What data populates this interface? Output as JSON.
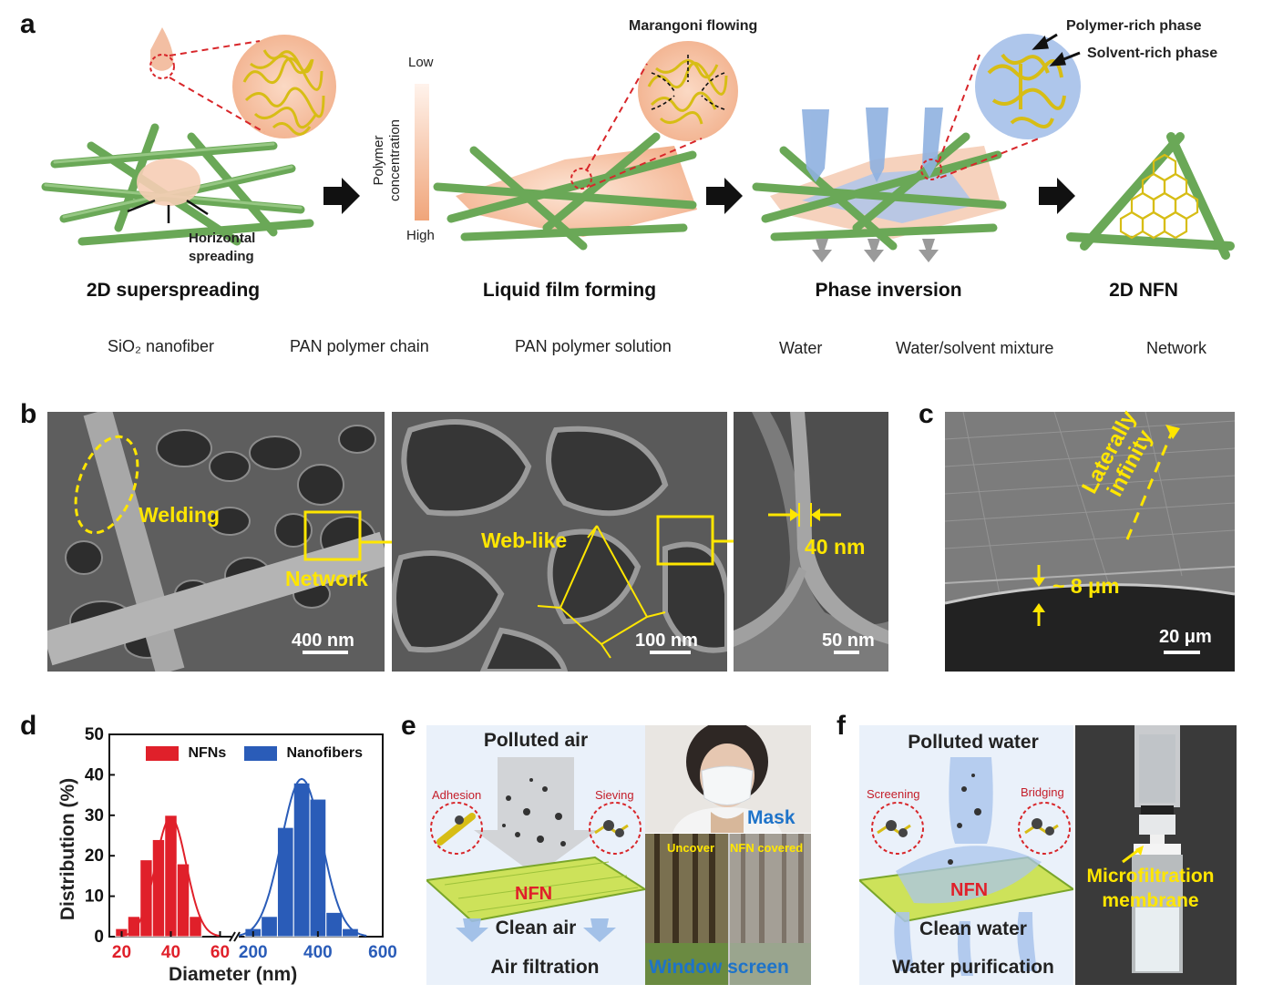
{
  "panel_labels": {
    "a": "a",
    "b": "b",
    "c": "c",
    "d": "d",
    "e": "e",
    "f": "f"
  },
  "panel_a": {
    "stages": [
      "2D superspreading",
      "Liquid film forming",
      "Phase inversion",
      "2D NFN"
    ],
    "horizontal_spreading": [
      "Horizontal",
      "spreading"
    ],
    "gradient_axis": {
      "label_line1": "Polymer",
      "label_line2": "concentration",
      "low": "Low",
      "high": "High"
    },
    "marangoni": "Marangoni flowing",
    "polymer_rich": "Polymer-rich phase",
    "solvent_rich": "Solvent-rich phase",
    "legend": [
      {
        "label": "SiO₂ nanofiber",
        "icon": "nanofiber-icon"
      },
      {
        "label": "PAN polymer chain",
        "icon": "polymer-chain-icon"
      },
      {
        "label": "PAN polymer solution",
        "icon": "solution-dot-icon"
      },
      {
        "label": "Water",
        "icon": "water-dot-icon"
      },
      {
        "label": "Water/solvent mixture",
        "icon": "mixture-dot-icon"
      },
      {
        "label": "Network",
        "icon": "network-icon"
      }
    ],
    "colors": {
      "fiber": "#7fb56a",
      "polymer": "#d8c21a",
      "solution": "#f3c2a4",
      "water": "#8fb1e0",
      "mixture": "#9a9a9a"
    }
  },
  "panel_b": {
    "welding": "Welding",
    "network": "Network",
    "web_like": "Web-like",
    "width": "40 nm",
    "scale_bars": [
      "400 nm",
      "100 nm",
      "50 nm"
    ]
  },
  "panel_c": {
    "direction": [
      "Laterally",
      "infinity"
    ],
    "thickness": "~ 8 μm",
    "scale_bar": "20 μm"
  },
  "panel_e": {
    "title": "Polluted air",
    "adhesion": "Adhesion",
    "sieving": "Sieving",
    "nfn": "NFN",
    "clean": "Clean air",
    "caption": "Air filtration",
    "mask": "Mask",
    "uncover": "Uncover",
    "nfn_covered": "NFN covered",
    "window": "Window screen"
  },
  "panel_f": {
    "title": "Polluted water",
    "screening": "Screening",
    "bridging": "Bridging",
    "nfn": "NFN",
    "clean": "Clean water",
    "caption": "Water purification",
    "membrane": [
      "Microfiltration",
      "membrane"
    ]
  },
  "chart_data": {
    "type": "bar",
    "xlabel": "Diameter (nm)",
    "ylabel": "Distribution (%)",
    "ylim": [
      0,
      50
    ],
    "yticks": [
      0,
      10,
      20,
      30,
      40,
      50
    ],
    "xticks_left": [
      "20",
      "40",
      "60"
    ],
    "xticks_right": [
      "200",
      "400",
      "600"
    ],
    "legend_placement": "top",
    "series": [
      {
        "name": "NFNs",
        "color": "#e0202a",
        "x": [
          20,
          25,
          30,
          35,
          40,
          45,
          50
        ],
        "values": [
          2,
          5,
          19,
          24,
          30,
          18,
          5
        ],
        "fit_peak": 40,
        "fit_height": 29.5
      },
      {
        "name": "Nanofibers",
        "color": "#2a5cb8",
        "x": [
          200,
          250,
          300,
          350,
          400,
          450,
          500
        ],
        "values": [
          2,
          5,
          27,
          38,
          34,
          6,
          2
        ],
        "fit_peak": 350,
        "fit_height": 39
      }
    ]
  }
}
